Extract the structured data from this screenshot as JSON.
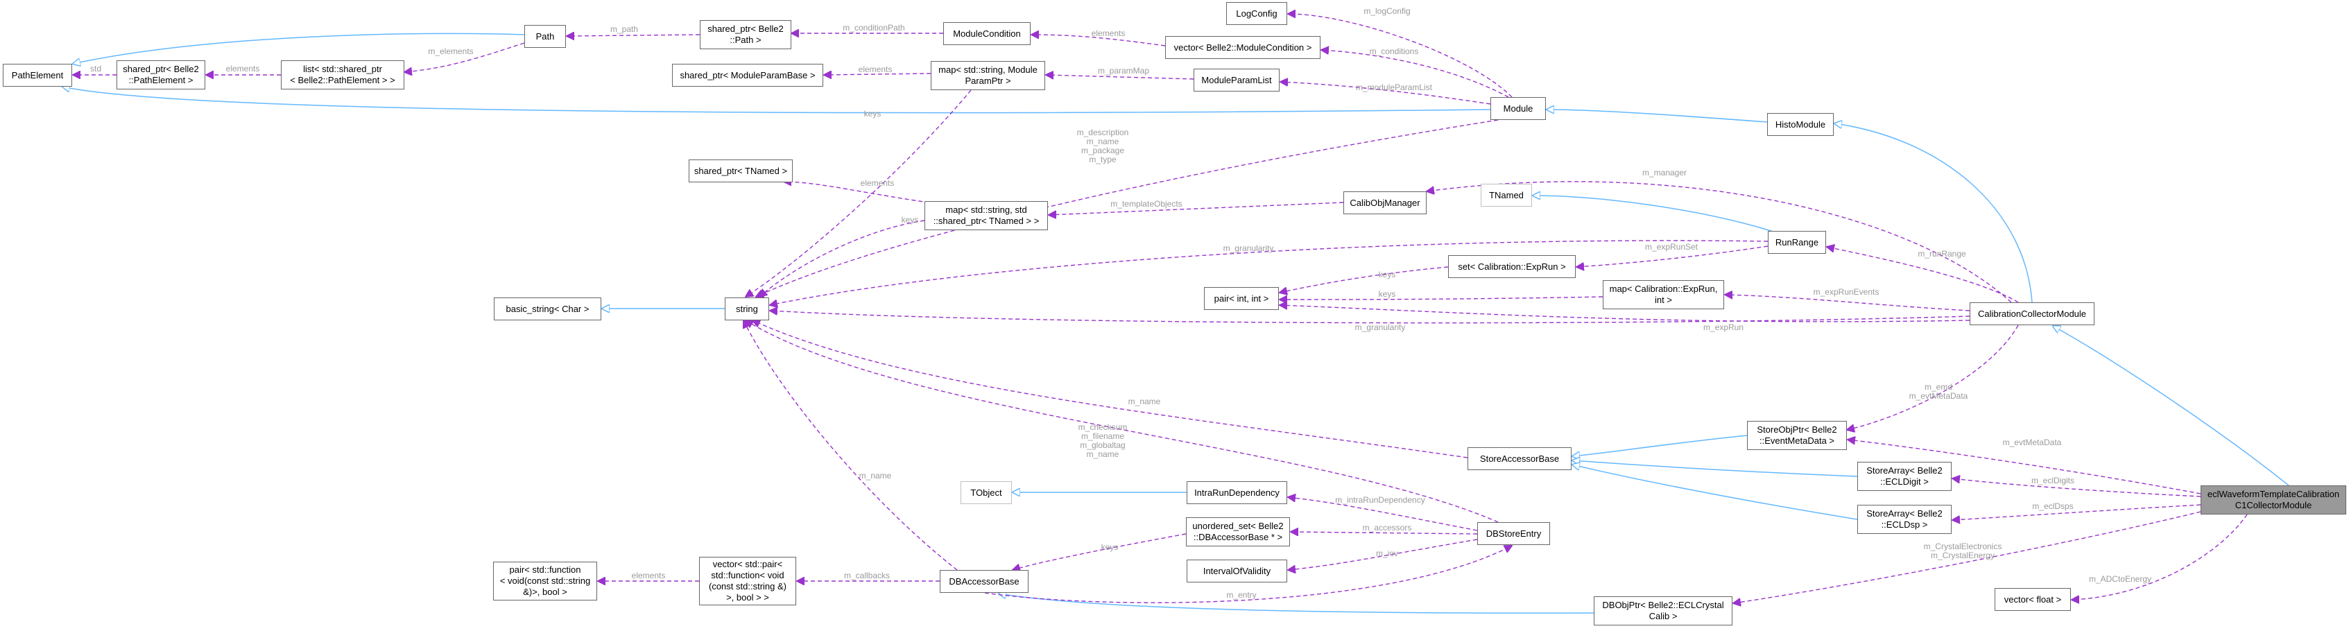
{
  "colors": {
    "inherit": "#63b8ff",
    "use": "#9a32cd",
    "label": "#9a9a9a",
    "node_border": "#666666",
    "node_border_light": "#bfbfbf",
    "focus_fill": "#999999"
  },
  "nodes": {
    "path_element": "PathElement",
    "shared_ptr_path_element": "shared_ptr< Belle2\n::PathElement >",
    "list_shared_ptr": "list< std::shared_ptr\n< Belle2::PathElement > >",
    "path": "Path",
    "shared_ptr_path": "shared_ptr< Belle2\n::Path >",
    "module_condition": "ModuleCondition",
    "vector_module_condition": "vector< Belle2::ModuleCondition >",
    "log_config": "LogConfig",
    "shared_ptr_module_param_base": "shared_ptr< ModuleParamBase >",
    "map_module_param_ptr": "map< std::string, Module\nParamPtr >",
    "module_param_list": "ModuleParamList",
    "module": "Module",
    "histo_module": "HistoModule",
    "shared_ptr_tnamed": "shared_ptr< TNamed >",
    "map_shared_ptr_tnamed": "map< std::string, std\n::shared_ptr< TNamed > >",
    "calib_obj_manager": "CalibObjManager",
    "tnamed": "TNamed",
    "run_range": "RunRange",
    "basic_string": "basic_string< Char >",
    "string": "string",
    "set_exp_run": "set< Calibration::ExpRun >",
    "pair_int_int": "pair< int, int >",
    "map_exp_run": "map< Calibration::ExpRun,\nint >",
    "calibration_collector_module": "CalibrationCollectorModule",
    "store_accessor_base": "StoreAccessorBase",
    "store_obj_ptr_event_meta": "StoreObjPtr< Belle2\n::EventMetaData >",
    "store_array_ecl_digit": "StoreArray< Belle2\n::ECLDigit >",
    "store_array_ecl_dsp": "StoreArray< Belle2\n::ECLDsp >",
    "tobject": "TObject",
    "intra_run_dependency": "IntraRunDependency",
    "unordered_set_db_accessor": "unordered_set< Belle2\n::DBAccessorBase * >",
    "interval_of_validity": "IntervalOfValidity",
    "db_store_entry": "DBStoreEntry",
    "pair_std_function": "pair< std::function\n< void(const std::string\n&)>, bool >",
    "vector_pair_function": "vector< std::pair<\n std::function< void\n(const std::string &)\n>, bool > >",
    "db_accessor_base": "DBAccessorBase",
    "db_obj_ptr_ecl_crystal_calib": "DBObjPtr< Belle2::ECLCrystal\nCalib >",
    "vector_float": "vector< float >",
    "focus_module": "eclWaveformTemplateCalibration\nC1CollectorModule"
  },
  "edge_labels": {
    "std": "std",
    "m_elements": "m_elements",
    "elements_list": "elements",
    "m_path": "m_path",
    "m_conditionPath": "m_conditionPath",
    "elements_conditions": "elements",
    "m_logConfig": "m_logConfig",
    "m_conditions": "m_conditions",
    "elements_param": "elements",
    "m_paramMap": "m_paramMap",
    "m_moduleParamList": "m_moduleParamList",
    "keys_param": "keys",
    "module_strings": "m_description\nm_name\nm_package\nm_type",
    "elements_tnamed": "elements",
    "m_templateObjects": "m_templateObjects",
    "keys_tnamed": "keys",
    "m_manager": "m_manager",
    "m_granularity_run": "m_granularity",
    "m_expRunSet": "m_expRunSet",
    "keys_set": "keys",
    "keys_map": "keys",
    "m_runRange": "m_runRange",
    "m_expRunEvents": "m_expRunEvents",
    "m_granularity_ccm": "m_granularity",
    "m_expRun": "m_expRun",
    "m_name_sab": "m_name",
    "m_emd": "m_emd\nm_evtMetaData",
    "dbstore_strings": "m_checksum\nm_filename\nm_globaltag\nm_name",
    "m_name_dba": "m_name",
    "m_intraRunDependency": "m_intraRunDependency",
    "m_accessors": "m_accessors",
    "m_iov": "m_iov",
    "keys_unordered": "keys",
    "elements_pair": "elements",
    "m_callbacks": "m_callbacks",
    "m_entry": "m_entry",
    "m_evtMetaData": "m_evtMetaData",
    "m_eclDigits": "m_eclDigits",
    "m_eclDsps": "m_eclDsps",
    "m_crystal": "m_CrystalElectronics\nm_CrystalEnergy",
    "m_ADCtoEnergy": "m_ADCtoEnergy"
  }
}
